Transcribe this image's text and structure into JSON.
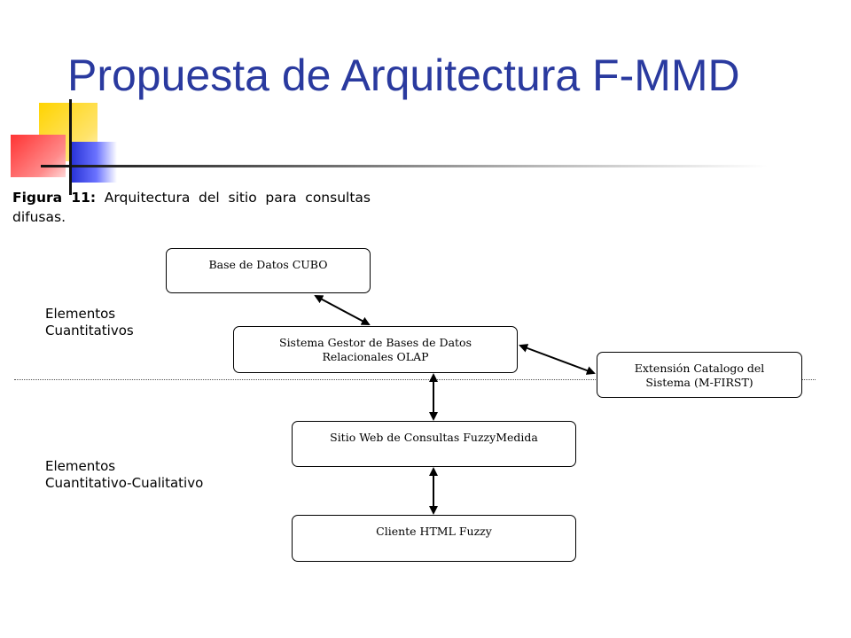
{
  "slide": {
    "title": "Propuesta de Arquitectura F-MMD",
    "caption_bold": "Figura 11:",
    "caption_text": " Arquitectura del sitio para consultas difusas."
  },
  "labels": {
    "cuantitativos": [
      "Elementos",
      "Cuantitativos"
    ],
    "cualitativo": [
      "Elementos",
      "Cuantitativo-Cualitativo"
    ]
  },
  "nodes": {
    "base_datos": [
      "Base de Datos CUBO"
    ],
    "sgbd": [
      "Sistema Gestor de Bases de Datos",
      "Relacionales OLAP"
    ],
    "extension": [
      "Extensión Catalogo del",
      "Sistema (M-FIRST)"
    ],
    "sitio_web": [
      "Sitio Web de Consultas FuzzyMedida"
    ],
    "cliente": [
      "Cliente  HTML Fuzzy"
    ]
  },
  "connections": [
    {
      "from": "base_datos",
      "to": "sgbd",
      "direction": "both"
    },
    {
      "from": "sgbd",
      "to": "extension",
      "direction": "both"
    },
    {
      "from": "sgbd",
      "to": "sitio_web",
      "direction": "both"
    },
    {
      "from": "sitio_web",
      "to": "cliente",
      "direction": "both"
    }
  ],
  "colors": {
    "title": "#2a3a9f",
    "deco_yellow": "#ffd400",
    "deco_red": "#ff3333",
    "deco_blue": "#2732d6"
  }
}
